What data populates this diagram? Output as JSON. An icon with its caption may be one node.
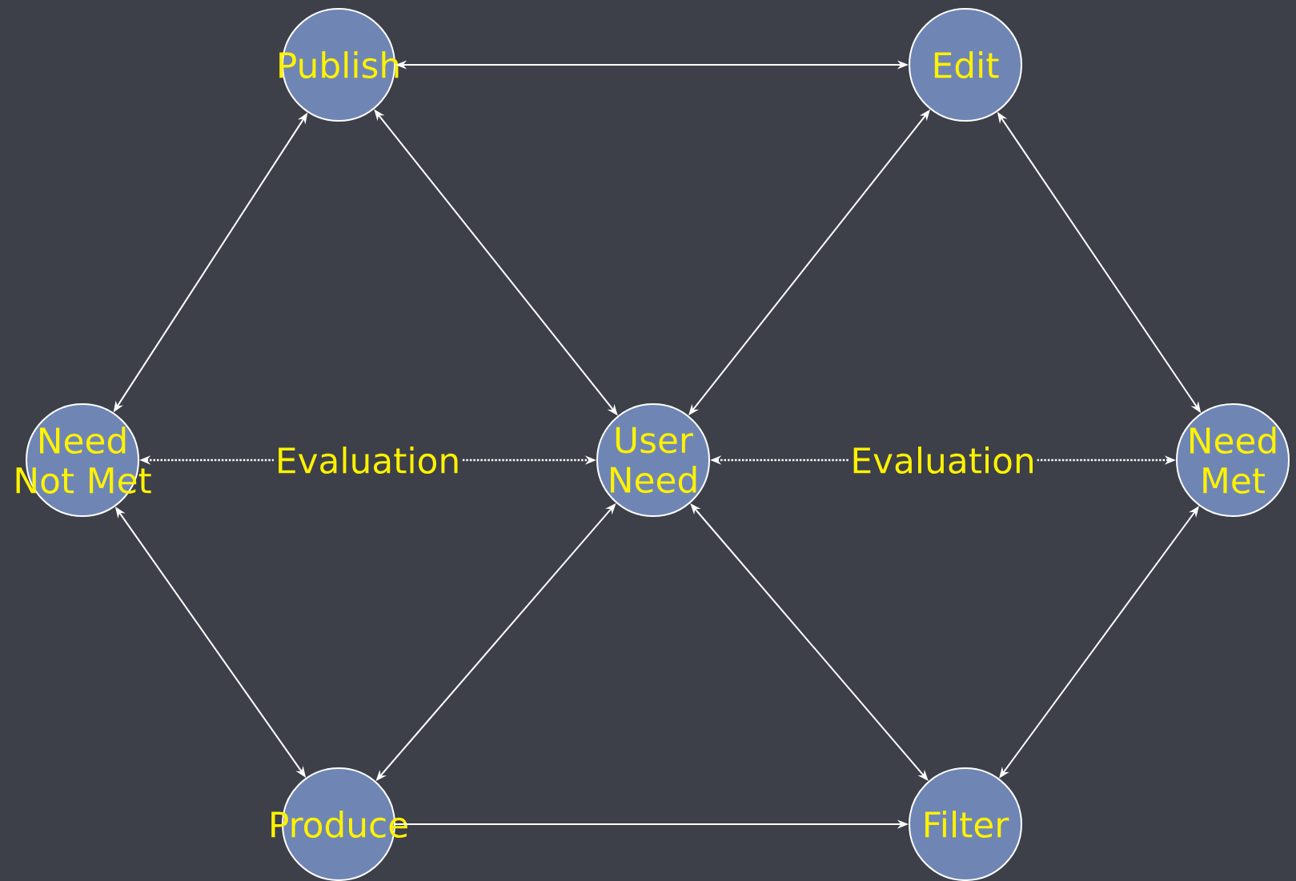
{
  "diagram": {
    "nodes": [
      {
        "text": [
          "Publish"
        ]
      },
      {
        "text": [
          "Edit"
        ]
      },
      {
        "text": [
          "Need Not Met"
        ]
      },
      {
        "text": [
          "User Need"
        ]
      },
      {
        "text": [
          "Need Met"
        ]
      },
      {
        "text": [
          "Produce"
        ]
      },
      {
        "text": [
          "Filter"
        ]
      }
    ],
    "edges": [
      {
        "from": 0,
        "to": 1,
        "arrow": "both"
      },
      {
        "from": 2,
        "to": 0,
        "arrow": "both"
      },
      {
        "from": 0,
        "to": 3,
        "arrow": "both"
      },
      {
        "from": 3,
        "to": 1,
        "arrow": "both"
      },
      {
        "from": 1,
        "to": 4,
        "arrow": "both"
      },
      {
        "from": 2,
        "to": 3,
        "arrow": "both",
        "label": "Evaluation",
        "style": "dashed"
      },
      {
        "from": 3,
        "to": 4,
        "arrow": "both",
        "label": "Evaluation",
        "style": "dashed"
      },
      {
        "from": 2,
        "to": 5,
        "arrow": "both"
      },
      {
        "from": 5,
        "to": 3,
        "arrow": "both"
      },
      {
        "from": 3,
        "to": 6,
        "arrow": "both"
      },
      {
        "from": 4,
        "to": 6,
        "arrow": "both"
      },
      {
        "from": 5,
        "to": 6,
        "arrow": "to"
      }
    ]
  }
}
